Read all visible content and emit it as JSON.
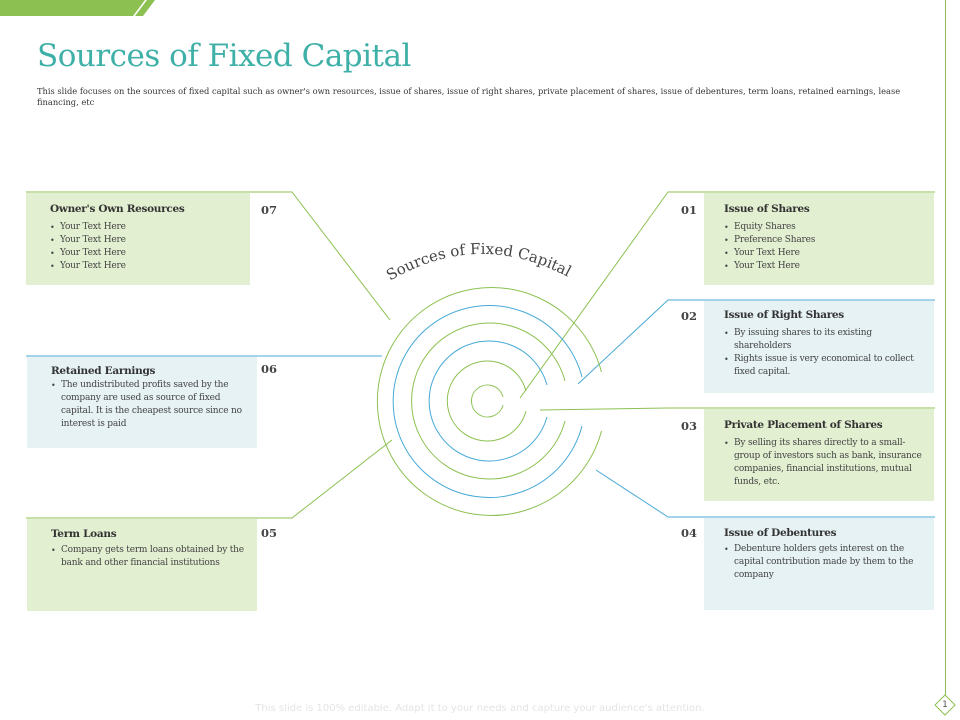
{
  "slide": {
    "title": "Sources of Fixed Capital",
    "subtitle": "This slide focuses on the sources of fixed capital such as owner's own resources, issue of shares, issue of right shares, private placement of shares, issue of debentures, term loans, retained earnings, lease financing, etc",
    "page_number": "1",
    "footer": "This slide is 100% editable. Adapt it to your needs and capture your audience's attention."
  },
  "diagram": {
    "center_label": "Sources of Fixed Capital",
    "colors": {
      "green": "#8cc152",
      "teal": "#3fb0a8",
      "blue": "#47a9d6",
      "box_green": "#e3efd1",
      "box_blue": "#e6f2f4"
    },
    "items": [
      {
        "number": "01",
        "title": "Issue of Shares",
        "bullets": [
          "Equity Shares",
          "Preference Shares",
          "Your Text Here",
          "Your Text Here"
        ]
      },
      {
        "number": "02",
        "title": "Issue of Right Shares",
        "bullets": [
          "By issuing shares to its existing shareholders",
          "Rights issue is very economical to collect fixed capital."
        ]
      },
      {
        "number": "03",
        "title": "Private Placement of Shares",
        "bullets": [
          "By selling its shares directly to a small-group of investors such as bank, insurance companies, financial institutions, mutual funds, etc."
        ]
      },
      {
        "number": "04",
        "title": "Issue of Debentures",
        "bullets": [
          "Debenture holders gets interest on the capital contribution made by them to the company"
        ]
      },
      {
        "number": "05",
        "title": "Term Loans",
        "bullets": [
          "Company gets term loans obtained by the bank and other financial institutions"
        ]
      },
      {
        "number": "06",
        "title": "Retained Earnings",
        "bullets": [
          "The undistributed profits saved by the company are used as source of fixed capital. It is the cheapest source since no interest is paid"
        ]
      },
      {
        "number": "07",
        "title": "Owner's Own Resources",
        "bullets": [
          "Your Text Here",
          "Your Text Here",
          "Your Text Here",
          "Your Text Here"
        ]
      }
    ]
  }
}
